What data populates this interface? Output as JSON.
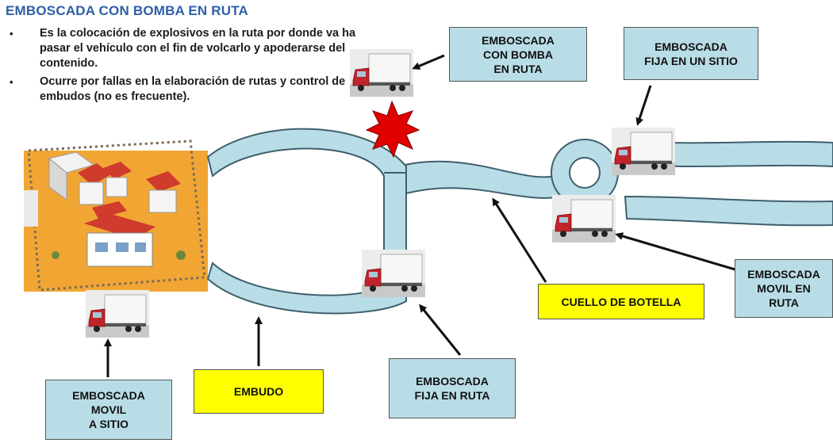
{
  "title": "EMBOSCADA CON BOMBA EN RUTA",
  "bullets": [
    "Es la colocación de explosivos en la ruta por donde va ha pasar el vehículo con el fin de volcarlo y apoderarse del contenido.",
    "Ocurre por fallas en la elaboración de rutas y control de embudos (no es frecuente)."
  ],
  "labels": {
    "bomba_ruta": "EMBOSCADA\nCON BOMBA\nEN RUTA",
    "fija_sitio": "EMBOSCADA\nFIJA EN UN SITIO",
    "movil_ruta": "EMBOSCADA\nMOVIL EN\nRUTA",
    "cuello": "CUELLO DE BOTELLA",
    "fija_ruta": "EMBOSCADA\nFIJA EN RUTA",
    "embudo": "EMBUDO",
    "movil_sitio": "EMBOSCADA\nMOVIL\nA SITIO"
  },
  "colors": {
    "road": "#b9dde6",
    "road_outline": "#3e5f6c",
    "label_box": "#b9dde6",
    "highlight_box": "#ffff00",
    "explosion": "#e00000",
    "title": "#2f5fa8"
  },
  "icons": {
    "truck": "delivery-truck",
    "explosion": "explosion-star",
    "compound": "walled-compound-illustration"
  }
}
